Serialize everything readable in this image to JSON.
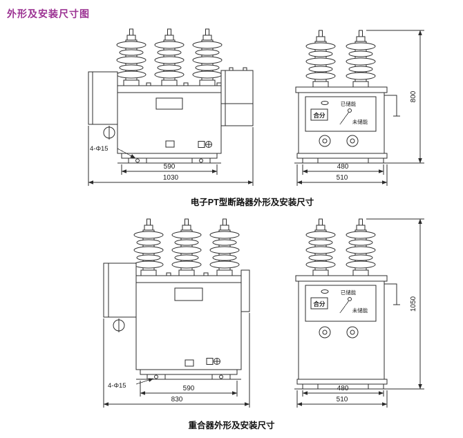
{
  "page": {
    "title": "外形及安装尺寸图"
  },
  "colors": {
    "title": "#9b3192",
    "line": "#2b2b2b"
  },
  "figures": [
    {
      "id": "pt-breaker",
      "caption": "电子PT型断路器外形及安装尺寸",
      "front": {
        "hole_label": "4-Φ15",
        "dim_inner": "590",
        "dim_outer": "1030"
      },
      "side": {
        "label_energy_stored": "已储能",
        "label_energy_not_stored": "未储能",
        "label_close_open": "合分",
        "dim_inner": "480",
        "dim_outer": "510",
        "dim_height": "800"
      }
    },
    {
      "id": "recloser",
      "caption": "重合器外形及安装尺寸",
      "front": {
        "hole_label": "4-Φ15",
        "dim_inner": "590",
        "dim_outer": "830"
      },
      "side": {
        "label_energy_stored": "已储能",
        "label_energy_not_stored": "未储能",
        "label_close_open": "合分",
        "dim_inner": "480",
        "dim_outer": "510",
        "dim_height": "1050"
      }
    }
  ]
}
